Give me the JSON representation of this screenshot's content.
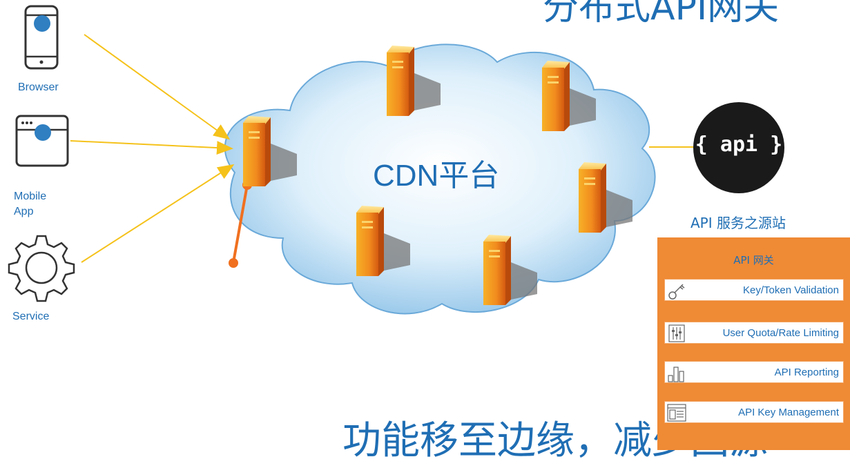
{
  "title_top": "分布式API网关",
  "title_bottom": "功能移至边缘，减少回源",
  "clients": [
    {
      "label": "Browser",
      "icon": "mobile-phone-icon"
    },
    {
      "label": "Mobile App",
      "icon": "browser-window-icon"
    },
    {
      "label": "Service",
      "icon": "gear-icon"
    }
  ],
  "cdn_label": "CDN平台",
  "origin": {
    "icon_text": "{ api }",
    "label": "API 服务之源站"
  },
  "gateway": {
    "title": "API 网关",
    "items": [
      {
        "label": "Key/Token Validation",
        "icon": "key-icon"
      },
      {
        "label": "User Quota/Rate Limiting",
        "icon": "sliders-icon"
      },
      {
        "label": "API Reporting",
        "icon": "bar-chart-icon"
      },
      {
        "label": "API Key Management",
        "icon": "window-list-icon"
      }
    ]
  },
  "colors": {
    "accent_blue": "#1f6eb4",
    "gateway_orange": "#ef8a35",
    "arrow_yellow": "#f5c21b",
    "line_orange": "#f07020"
  }
}
